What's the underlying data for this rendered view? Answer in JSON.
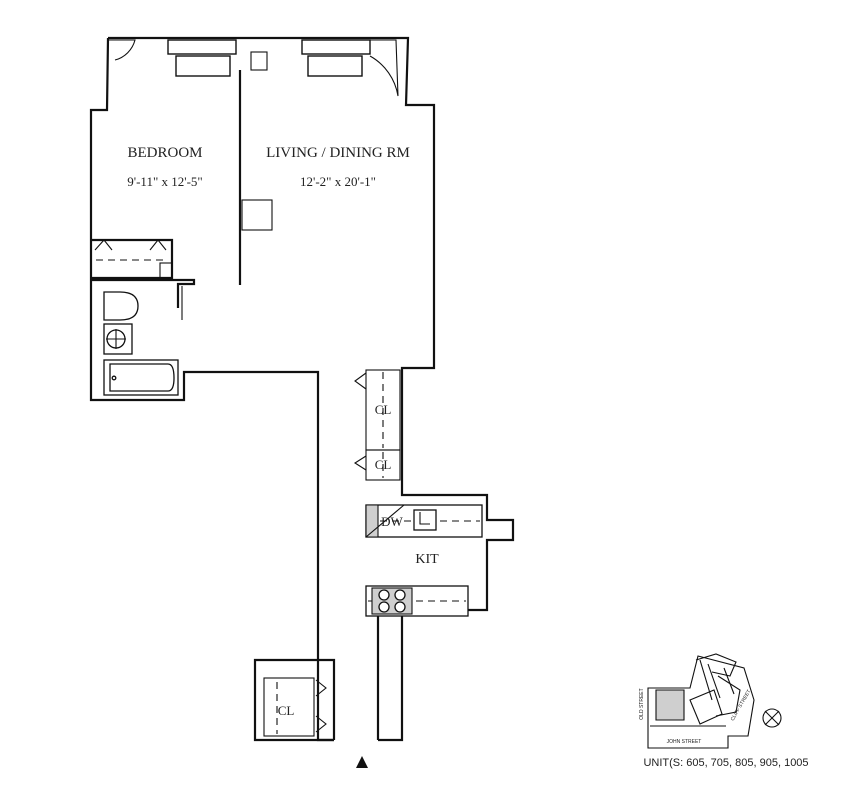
{
  "rooms": {
    "bedroom": {
      "name": "BEDROOM",
      "size": "9'-11\" x 12'-5\""
    },
    "living": {
      "name": "LIVING / DINING RM",
      "size": "12'-2\" x 20'-1\""
    },
    "closet_1": "CL",
    "closet_2": "CL",
    "closet_entry": "CL",
    "dishwasher": "DW",
    "kitchen": "KIT"
  },
  "keyplan": {
    "street_left": "OLD STREET",
    "street_bottom": "JOHN STREET",
    "street_right": "CLIFF STREET"
  },
  "units_label": "UNIT(S: 605, 705, 805, 905, 1005",
  "colors": {
    "line": "#111111",
    "background": "#ffffff",
    "shade": "#cfcfcf"
  },
  "icons": [
    "entry-arrow-icon",
    "compass-icon"
  ]
}
